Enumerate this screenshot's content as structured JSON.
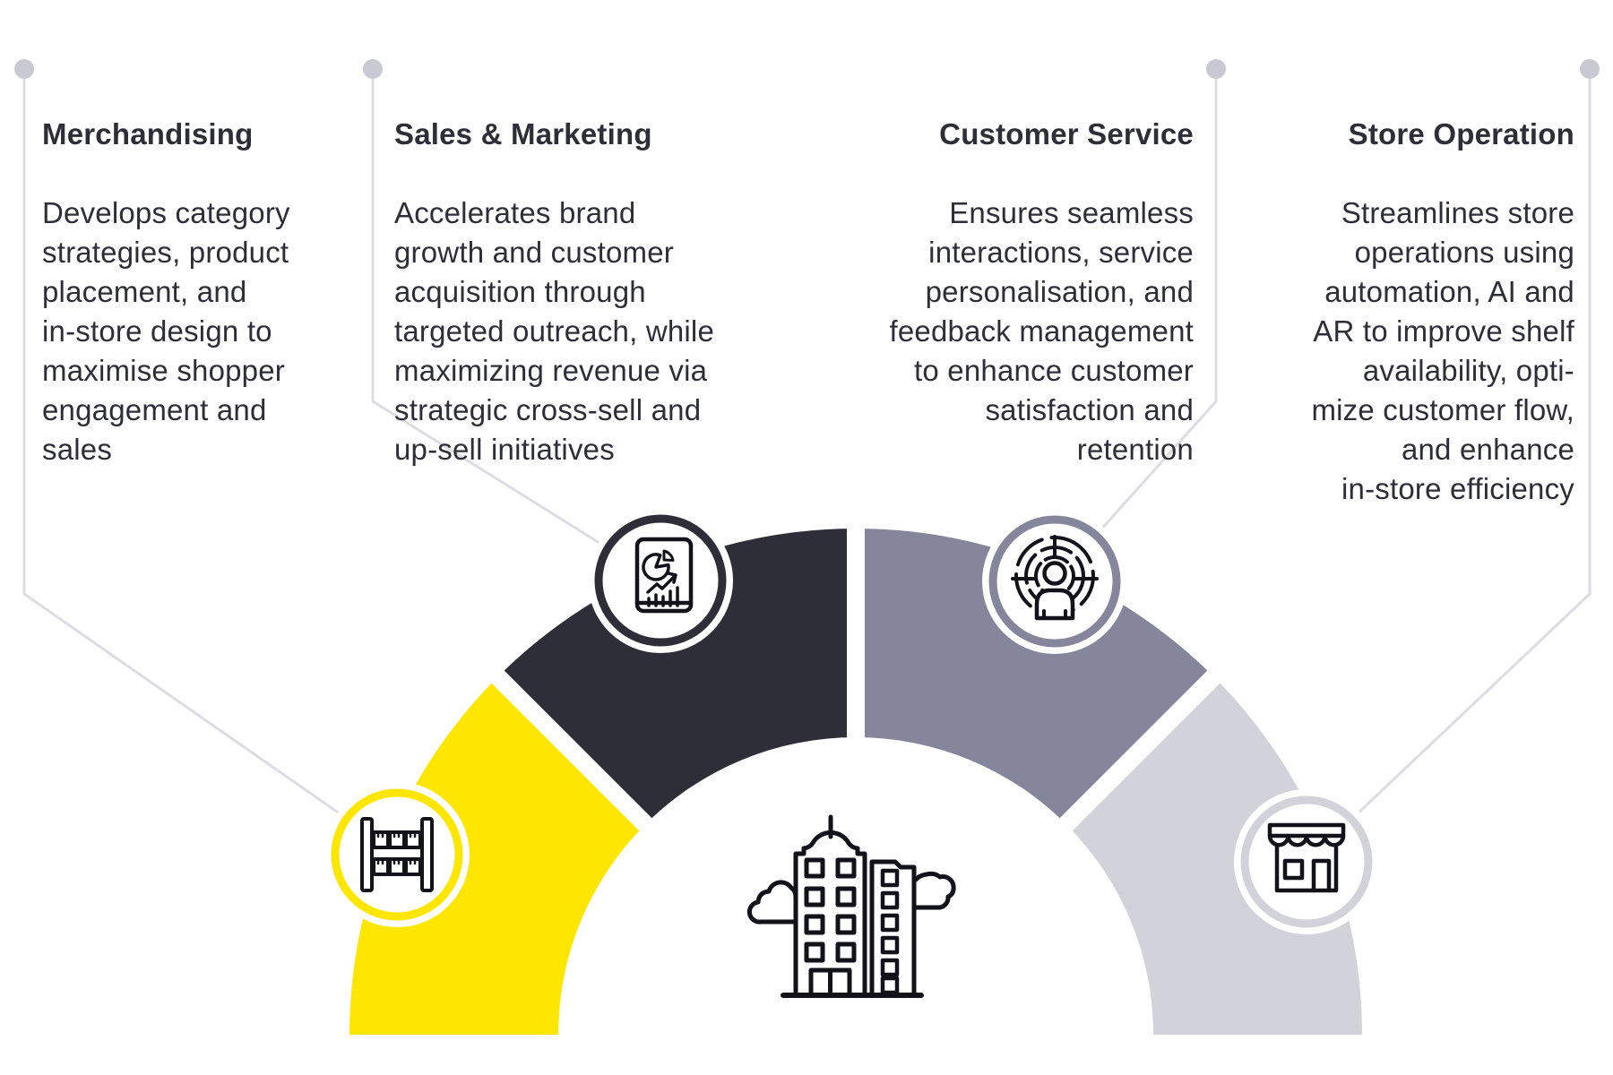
{
  "colors": {
    "yellow": "#FFE600",
    "dark": "#2E2E38",
    "slate": "#85859B",
    "light_gray": "#D2D2DB",
    "icon_stroke": "#12121A",
    "text": "#2E2E38",
    "connector_line": "#DCDCE2",
    "connector_dot": "#C9C9D3",
    "background": "#FFFFFF"
  },
  "center": {
    "icon": "office-building-icon"
  },
  "sections": [
    {
      "id": "merchandising",
      "title": "Merchandising",
      "description": [
        "Develops category",
        "strategies, product",
        "placement, and",
        "in-store design to",
        "maximise shopper",
        "engagement and",
        "sales"
      ],
      "icon": "shelf-rack-icon",
      "color_key": "yellow",
      "text_align": "left"
    },
    {
      "id": "sales-marketing",
      "title": "Sales & Marketing",
      "description": [
        "Accelerates brand",
        "growth and customer",
        "acquisition through",
        "targeted outreach, while",
        "maximizing revenue via",
        "strategic cross-sell and",
        "up-sell initiatives"
      ],
      "icon": "sales-report-icon",
      "color_key": "dark",
      "text_align": "left"
    },
    {
      "id": "customer-service",
      "title": "Customer Service",
      "description": [
        "Ensures seamless",
        "interactions, service",
        "personalisation, and",
        "feedback management",
        "to enhance customer",
        "satisfaction and",
        "retention"
      ],
      "icon": "customer-target-icon",
      "color_key": "slate",
      "text_align": "right"
    },
    {
      "id": "store-operation",
      "title": "Store Operation",
      "description": [
        "Streamlines store",
        "operations using",
        "automation, AI and",
        "AR to improve shelf",
        "availability, opti-",
        "mize customer flow,",
        "and enhance",
        "in-store efficiency"
      ],
      "icon": "storefront-icon",
      "color_key": "light_gray",
      "text_align": "right"
    }
  ]
}
